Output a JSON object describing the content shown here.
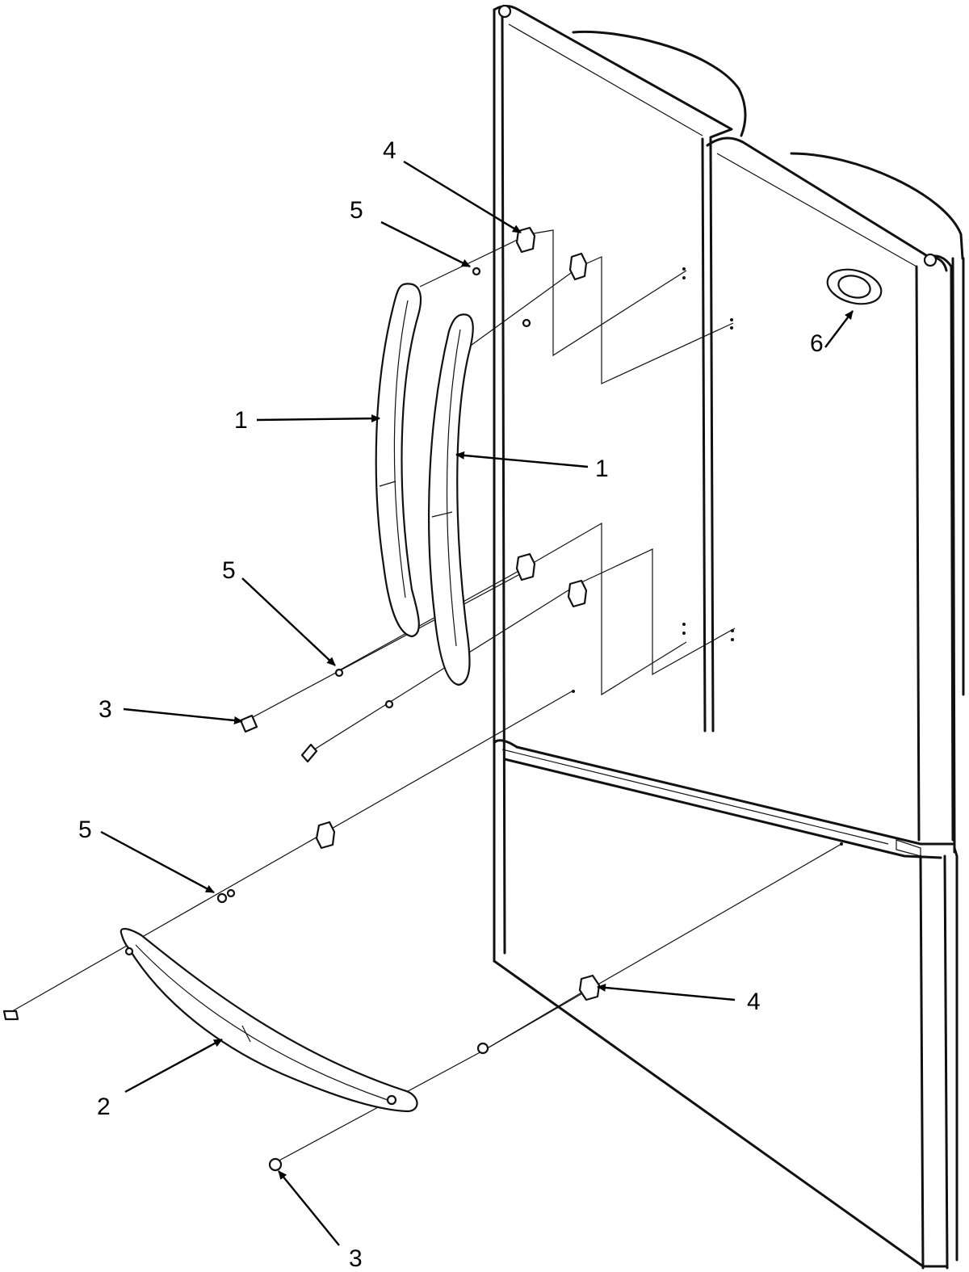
{
  "diagram": {
    "callouts": [
      {
        "id": "handle-upper-left",
        "label": "1"
      },
      {
        "id": "handle-upper-right",
        "label": "1"
      },
      {
        "id": "handle-lower",
        "label": "2"
      },
      {
        "id": "screw-upper",
        "label": "3"
      },
      {
        "id": "screw-lower",
        "label": "3"
      },
      {
        "id": "bracket-upper",
        "label": "4"
      },
      {
        "id": "bracket-lower",
        "label": "4"
      },
      {
        "id": "washer-upper",
        "label": "5"
      },
      {
        "id": "washer-middle",
        "label": "5"
      },
      {
        "id": "washer-lower",
        "label": "5"
      },
      {
        "id": "emblem",
        "label": "6"
      }
    ]
  }
}
